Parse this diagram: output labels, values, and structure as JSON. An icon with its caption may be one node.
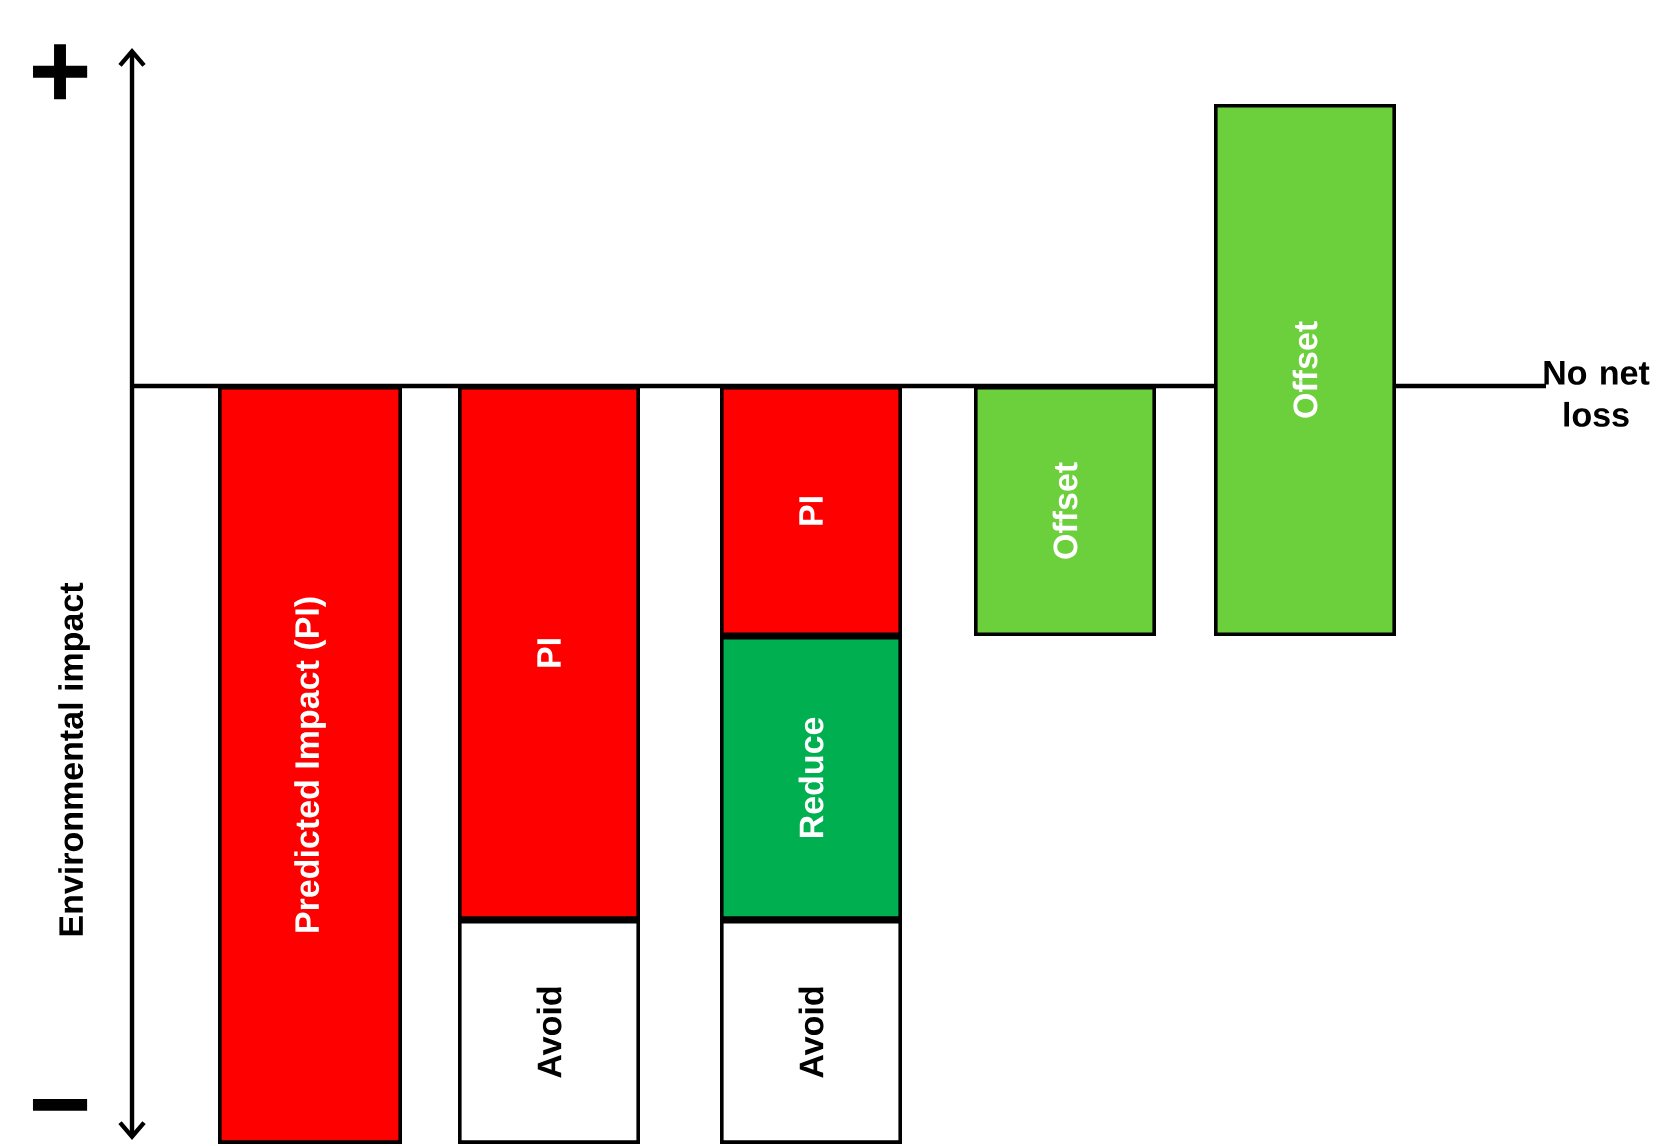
{
  "diagram": {
    "nodes": [
      {
        "text": [
          "Predicted Impact (PI)"
        ]
      },
      {
        "text": [
          "PI"
        ]
      },
      {
        "text": [
          "Avoid"
        ]
      },
      {
        "text": [
          "PI"
        ]
      },
      {
        "text": [
          "Reduce"
        ]
      },
      {
        "text": [
          "Avoid"
        ]
      },
      {
        "text": [
          "Offset"
        ]
      },
      {
        "text": [
          "Offset"
        ]
      }
    ],
    "labels": [
      "+",
      "−",
      "Environmental impact",
      "No net loss"
    ]
  }
}
